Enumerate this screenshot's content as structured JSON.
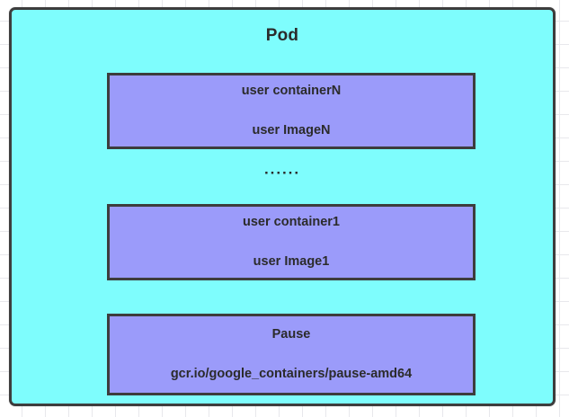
{
  "diagram": {
    "title": "Pod",
    "ellipsis": "······",
    "colors": {
      "pod_fill": "#7efdfd",
      "container_fill": "#9b9bfa",
      "border": "#3d3d3d",
      "text": "#2b2b2b",
      "canvas_background": "#ffffff",
      "grid_line": "#e8e8ec"
    },
    "containers": [
      {
        "name": "user containerN",
        "image": "user ImageN"
      },
      {
        "name": "user container1",
        "image": "user Image1"
      },
      {
        "name": "Pause",
        "image": "gcr.io/google_containers/pause-amd64"
      }
    ]
  }
}
